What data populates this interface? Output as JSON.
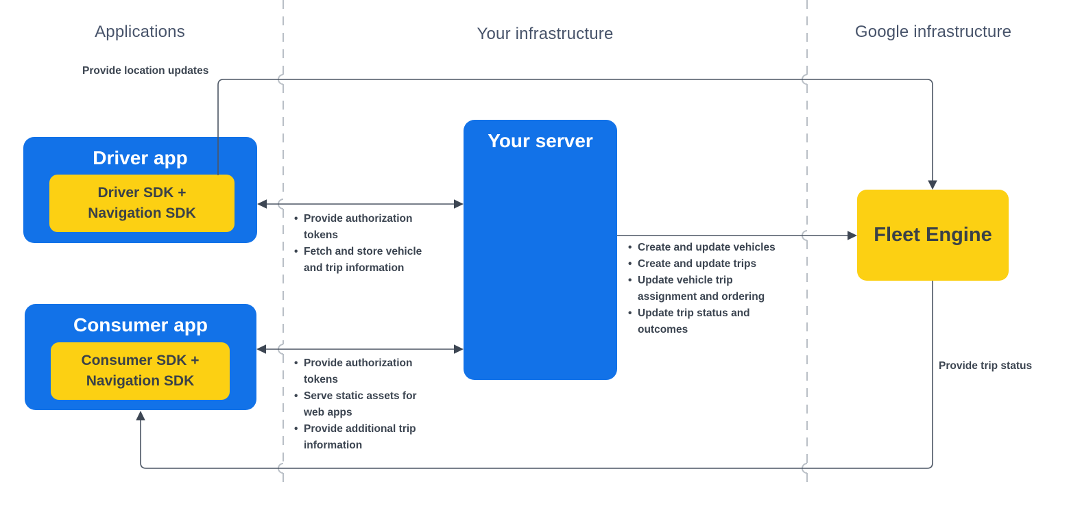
{
  "lanes": {
    "applications": "Applications",
    "your_infrastructure": "Your infrastructure",
    "google_infrastructure": "Google infrastructure"
  },
  "nodes": {
    "driver_app": {
      "title": "Driver app",
      "sdk": "Driver SDK + Navigation SDK"
    },
    "consumer_app": {
      "title": "Consumer app",
      "sdk": "Consumer SDK + Navigation SDK"
    },
    "your_server": {
      "title": "Your server"
    },
    "fleet_engine": {
      "title": "Fleet Engine"
    }
  },
  "edges": {
    "driver_to_fleet": {
      "label": "Provide location updates"
    },
    "fleet_to_consumer": {
      "label": "Provide trip status"
    },
    "driver_server": {
      "bullets": [
        "Provide authorization tokens",
        "Fetch and store vehicle and trip information"
      ]
    },
    "consumer_server": {
      "bullets": [
        "Provide authorization tokens",
        "Serve static assets for web apps",
        "Provide additional trip information"
      ]
    },
    "server_fleet": {
      "bullets": [
        "Create and update vehicles",
        "Create and update trips",
        "Update vehicle trip assignment and ordering",
        "Update trip status and outcomes"
      ]
    }
  },
  "colors": {
    "node_blue": "#1272e8",
    "node_yellow": "#fcd013",
    "wire": "#4b5563",
    "arrowhead": "#3d4653",
    "dashed_divider": "#b9bfc6",
    "text_dark": "#3b4450",
    "lane_title": "#47536a"
  }
}
